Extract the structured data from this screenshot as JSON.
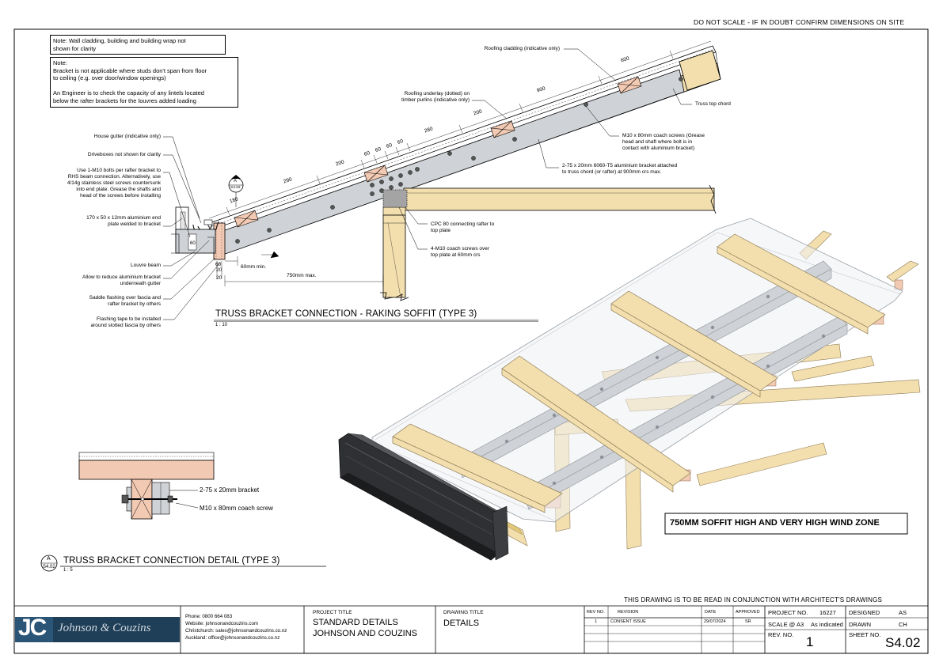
{
  "header": {
    "warning": "DO NOT SCALE - IF IN DOUBT CONFIRM DIMENSIONS ON SITE"
  },
  "notes": {
    "note1": [
      "Note: Wall cladding, building and building wrap not",
      "shown for clarity"
    ],
    "note2": [
      "Note:",
      "Bracket is not applicable where studs don't span from floor",
      "to ceiling (e.g. over door/window openings)",
      "",
      "An Engineer is to check the capacity of any lintels located",
      "below the rafter brackets for the louvres added loading"
    ]
  },
  "detail1": {
    "title": "TRUSS BRACKET CONNECTION - RAKING SOFFIT (TYPE 3)",
    "scale": "1 : 10",
    "section_ref": {
      "letter": "A",
      "sheet": "S4.02"
    },
    "callouts_left": [
      [
        "House gutter (indicative only)"
      ],
      [
        "Driveboxes not shown for clarity"
      ],
      [
        "Use 1-M10 bolts per rafter bracket to",
        "RHS beam connection. Alternatively, use",
        "4/14g stainless steel screws countersunk",
        "into end plate. Grease the shafts and",
        "head of the screws before installing"
      ],
      [
        "170 x 50 x 12mm aluminium end",
        "plate welded to bracket"
      ],
      [
        "Louvre beam"
      ],
      [
        "Allow to reduce aluminium bracket",
        "underneath gutter"
      ],
      [
        "Saddle flashing over fascia and",
        "rafter bracket by others"
      ],
      [
        "Flashing tape to be installed",
        "around slotted fascia by others"
      ]
    ],
    "callouts_right": {
      "roofing_cladding": [
        "Roofing cladding (indicative only)"
      ],
      "roofing_underlay": [
        "Roofing underlay (dotted) on",
        "timber purlins (indicative only)"
      ],
      "truss_top_chord": [
        "Truss top chord"
      ],
      "coach_screws": [
        "M10 x 80mm coach screws (Grease",
        "head and shaft where bolt is in",
        "contact with aluminium bracket)"
      ],
      "bracket": [
        "2-75 x 20mm 6060-T5 aluminium bracket attached",
        "to truss chord (or rafter) at 900mm crs max."
      ],
      "cpc": [
        "CPC 80 connecting rafter to",
        "top plate"
      ],
      "top_plate_screws": [
        "4-M10 coach screws over",
        "top plate at 60mm crs"
      ]
    },
    "dimensions": [
      "600",
      "900",
      "200",
      "280",
      "60",
      "60",
      "60",
      "60",
      "200",
      "290",
      "180",
      "60",
      "20",
      "20"
    ],
    "dim_60_min": "60mm min.",
    "dim_750_max": "750mm max."
  },
  "detail2": {
    "title": "TRUSS BRACKET CONNECTION DETAIL (TYPE 3)",
    "scale": "1 : 5",
    "section_ref": {
      "letter": "A",
      "sheet": "S4.02"
    },
    "label_bracket": "2-75 x 20mm bracket",
    "label_screw": "M10 x 80mm coach screw"
  },
  "isometric": {
    "caption": "750MM SOFFIT HIGH AND VERY HIGH WIND ZONE"
  },
  "read_note": "THIS DRAWING IS TO BE READ IN CONJUNCTION WITH ARCHITECT'S DRAWINGS",
  "title_block": {
    "logo_initials": "JC",
    "logo_name": "Johnson & Couzins",
    "contact": [
      "Phone: 0800 664 083",
      "Website: johnsonandcouzins.com",
      "Christchurch: sales@johnsonandcouzins.co.nz",
      "Auckland: office@johnsonandcouzins.co.nz"
    ],
    "project_title_label": "PROJECT TITLE",
    "project_title": [
      "STANDARD DETAILS",
      "JOHNSON AND COUZINS"
    ],
    "drawing_title_label": "DRAWING TITLE",
    "drawing_title": "DETAILS",
    "revision_headers": [
      "REV NO.",
      "REVISION",
      "DATE",
      "APPROVED"
    ],
    "revision_rows": [
      [
        "1",
        "CONSENT ISSUE",
        "29/07/2024",
        "SR"
      ]
    ],
    "project_no_label": "PROJECT NO.",
    "project_no": "16227",
    "scale_label": "SCALE @ A3",
    "scale_value": "As indicated",
    "rev_no_label": "REV. NO.",
    "rev_no": "1",
    "designed_label": "DESIGNED",
    "designed": "AS",
    "drawn_label": "DRAWN",
    "drawn": "CH",
    "sheet_no_label": "SHEET NO.",
    "sheet_no": "S4.02"
  },
  "colors": {
    "timber": "#f3dfae",
    "timber_dark": "#d9c08a",
    "packer": "#f2c9b2",
    "aluminium": "#cfd2d6",
    "aluminium_dark": "#9ea3a9",
    "louvre": "#2f3033",
    "logo_bg": "#1f3e57"
  }
}
